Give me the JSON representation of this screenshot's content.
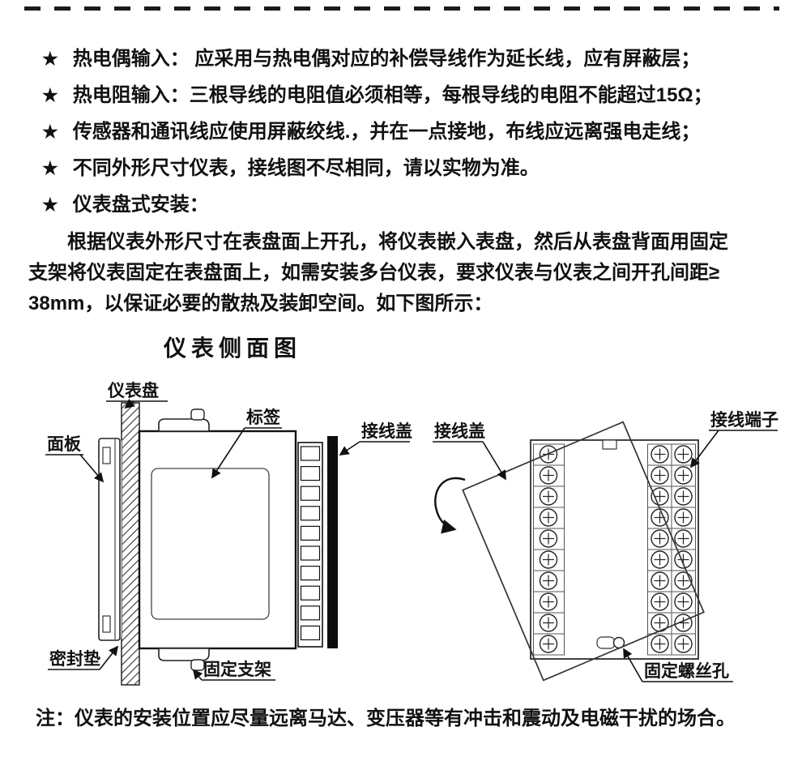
{
  "page": {
    "bg": "#ffffff",
    "ink": "#111111"
  },
  "bullets": {
    "star": "★",
    "items": [
      "热电偶输入： 应采用与热电偶对应的补偿导线作为延长线，应有屏蔽层；",
      "热电阻输入：三根导线的电阻值必须相等，每根导线的电阻不能超过15Ω；",
      "传感器和通讯线应使用屏蔽绞线.，并在一点接地，布线应远离强电走线；",
      "不同外形尺寸仪表，接线图不尽相同，请以实物为准。",
      "仪表盘式安装："
    ]
  },
  "paragraph_lines": [
    "根据仪表外形尺寸在表盘面上开孔，将仪表嵌入表盘，然后从表盘背面用固定",
    "支架将仪表固定在表盘面上，如需安装多台仪表，要求仪表与仪表之间开孔间距≥",
    "38mm，以保证必要的散热及装卸空间。如下图所示："
  ],
  "diagram": {
    "title": "仪表侧面图",
    "labels": {
      "panel_board": "仪表盘",
      "front_panel": "面板",
      "tag": "标签",
      "terminal_cover_left": "接线盖",
      "seal_gasket": "密封垫",
      "fixing_bracket": "固定支架",
      "terminal_cover_right": "接线盖",
      "terminal_block": "接线端子",
      "fixing_screw_hole": "固定螺丝孔"
    }
  },
  "note": "注：仪表的安装位置应尽量远离马达、变压器等有冲击和震动及电磁干扰的场合。"
}
